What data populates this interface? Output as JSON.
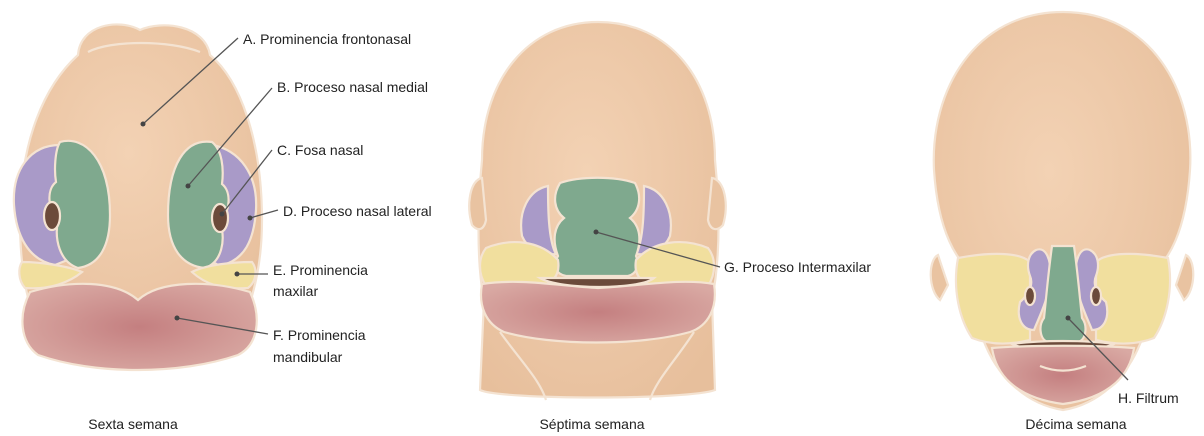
{
  "labels": {
    "a": "A. Prominencia frontonasal",
    "b": "B. Proceso nasal medial",
    "c": "C. Fosa nasal",
    "d": "D. Proceso nasal lateral",
    "e1": "E. Prominencia",
    "e2": "maxilar",
    "f1": "F. Prominencia",
    "f2": "mandibular",
    "g": "G. Proceso Intermaxilar",
    "h": "H. Filtrum"
  },
  "captions": {
    "left": "Sexta semana",
    "middle": "Séptima semana",
    "right": "Décima semana"
  },
  "colors": {
    "skin": "#eec9a6",
    "skin_dark": "#dcb08c",
    "medial_green": "#7fa98e",
    "lateral_purple": "#a99ac8",
    "maxillary_yellow": "#f1df9e",
    "mandibular_red": "#c98f8f",
    "outline": "#f4e3d2",
    "cavity": "#6b4a3a"
  }
}
